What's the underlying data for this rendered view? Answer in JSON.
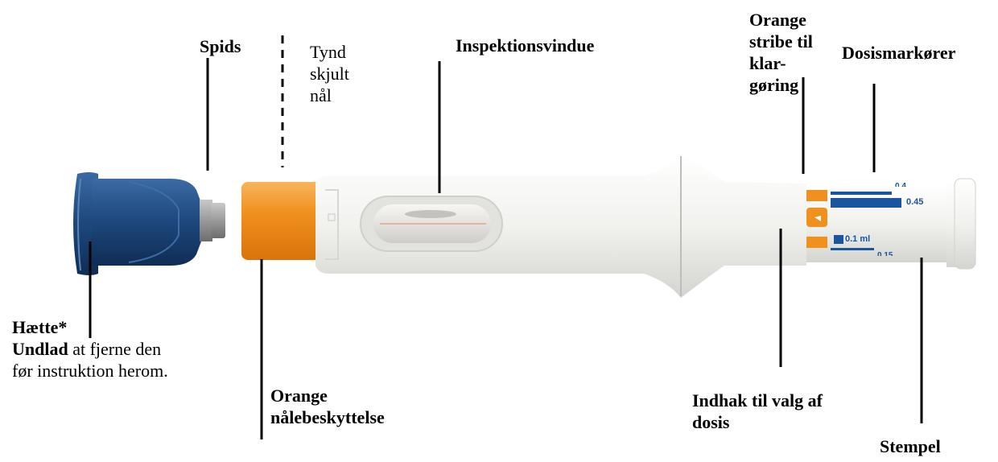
{
  "labels": {
    "spids": "Spids",
    "needle": [
      "Tynd",
      "skjult",
      "nål"
    ],
    "window": "Inspektionsvindue",
    "orange_stripe": [
      "Orange",
      "stribe til",
      "klar-",
      "gøring"
    ],
    "dose_markers": "Dosismarkører",
    "cap_title": "Hætte*",
    "cap_note_bold": "Undlad",
    "cap_note_rest": " at fjerne den",
    "cap_note_line2": "før instruktion herom.",
    "needle_guard": [
      "Orange",
      "nålebeskyttelse"
    ],
    "notch": [
      "Indhak til valg af",
      "dosis"
    ],
    "plunger": "Stempel"
  },
  "pen_markings": {
    "dose_top": "0.45",
    "dose_mid": "0.1 ml",
    "dose_partial_top": "0.4",
    "dose_partial_bottom": "0.15"
  },
  "colors": {
    "cap_blue": "#1f4a80",
    "orange": "#f0901e",
    "pen_white": "#f1f1ee",
    "marker_blue": "#1a55a0"
  }
}
